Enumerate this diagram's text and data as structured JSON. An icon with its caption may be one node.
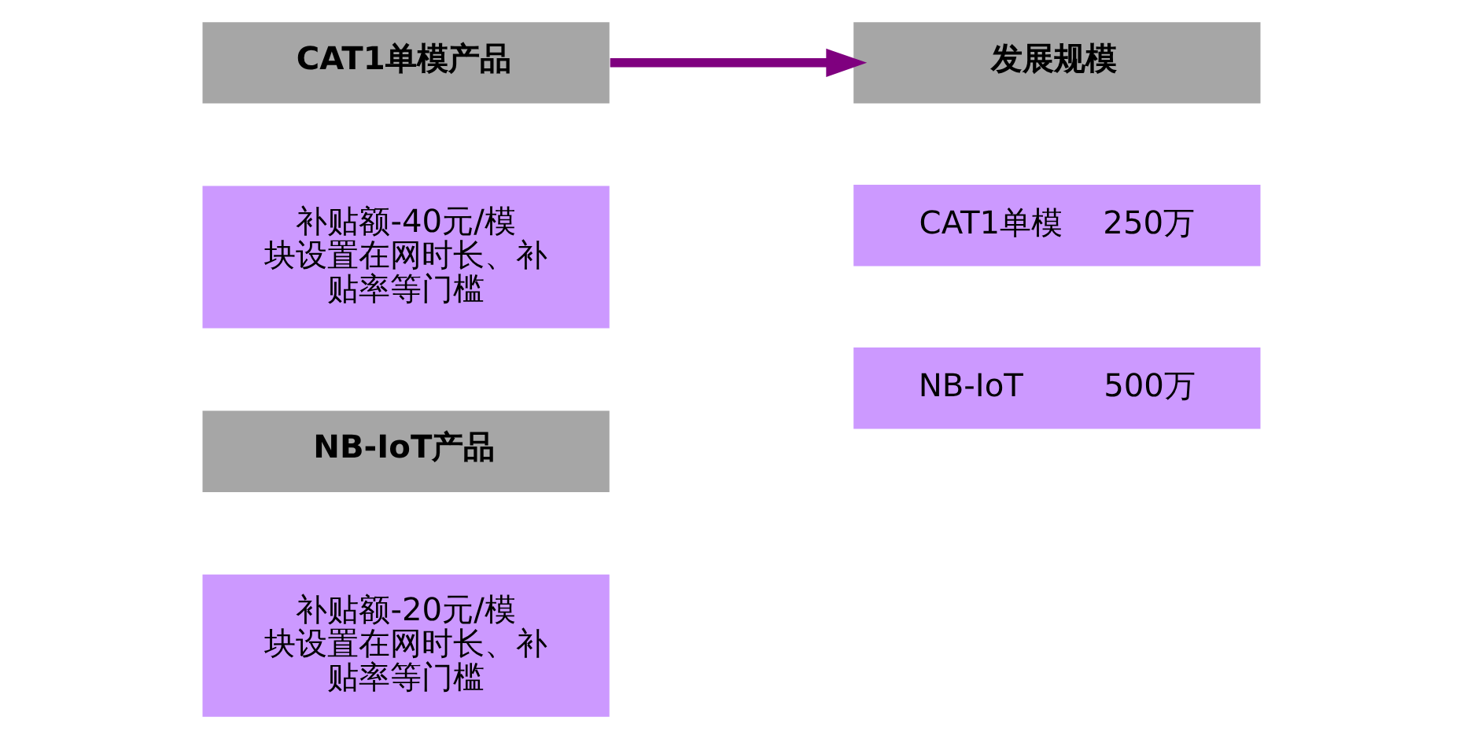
{
  "diagram": {
    "nodes": [
      {
        "text": [
          "CAT1单模产品"
        ]
      },
      {
        "text": [
          "补贴额-40元/模块设置在网时长、补贴率等门槛"
        ]
      },
      {
        "text": [
          "NB-IoT产品"
        ]
      },
      {
        "text": [
          "补贴额-20元/模块设置在网时长、补贴率等门槛"
        ]
      },
      {
        "text": [
          "发展规模"
        ]
      },
      {
        "text": [
          "CAT1单模    250万"
        ]
      },
      {
        "text": [
          "NB-IoT        500万"
        ]
      }
    ],
    "edges": [
      {
        "from": 0,
        "to": 4,
        "arrow": "to",
        "color": "#7f007f"
      }
    ]
  }
}
